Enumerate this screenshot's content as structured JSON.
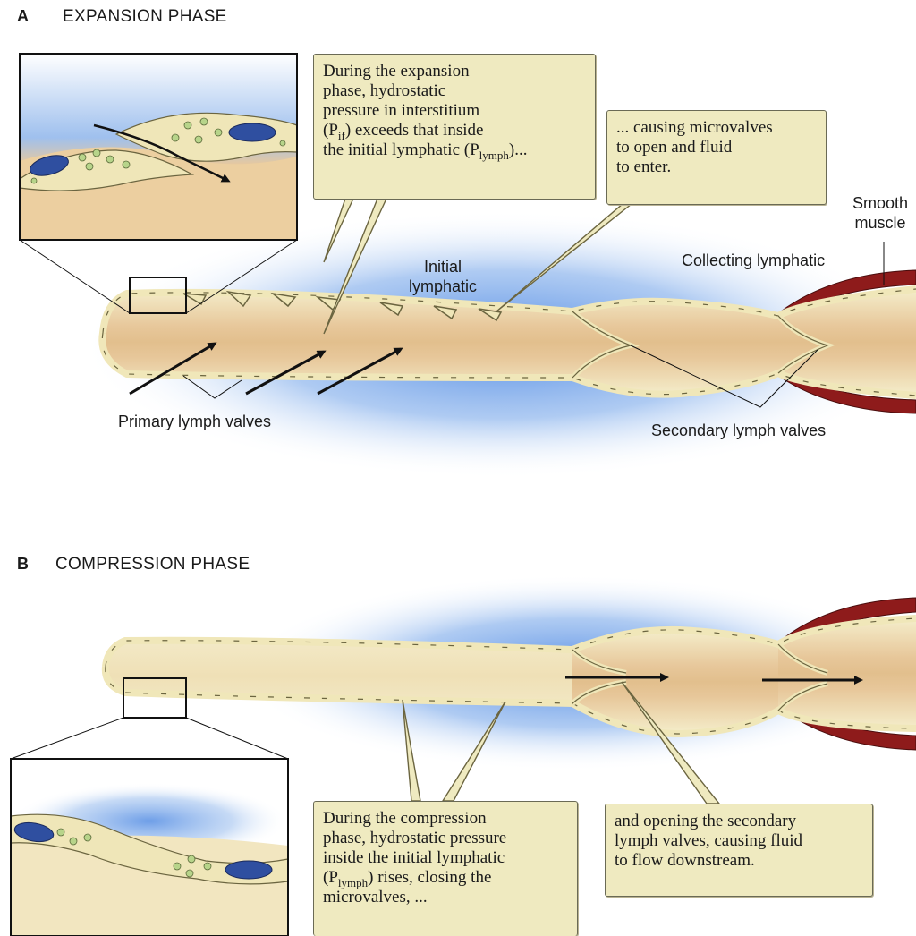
{
  "panel_a": {
    "letter": "A",
    "title": "EXPANSION PHASE",
    "callout_1": {
      "line1": "During the expansion",
      "line2": "phase, hydrostatic",
      "line3": "pressure in interstitium",
      "line4_open": "(P",
      "line4_sub": "if",
      "line4_close": ") exceeds that inside",
      "line5_pre": "the initial lymphatic (P",
      "line5_sub": "lymph",
      "line5_post": ")..."
    },
    "callout_2": {
      "line1": "... causing microvalves",
      "line2": "to open and fluid",
      "line3": "to enter."
    },
    "labels": {
      "smooth_1": "Smooth",
      "smooth_2": "muscle",
      "collecting": "Collecting lymphatic",
      "initial_1": "Initial",
      "initial_2": "lymphatic",
      "primary_valves": "Primary lymph valves",
      "secondary_valves": "Secondary lymph valves"
    }
  },
  "panel_b": {
    "letter": "B",
    "title": "COMPRESSION PHASE",
    "callout_1": {
      "line1": "During the compression",
      "line2": "phase, hydrostatic pressure",
      "line3": "inside the initial lymphatic",
      "line4_open": "(P",
      "line4_sub": "lymph",
      "line4_close": ") rises,  closing the",
      "line5": "microvalves, ..."
    },
    "callout_2": {
      "line1": "and opening the secondary",
      "line2": "lymph valves, causing fluid",
      "line3": "to flow downstream."
    }
  },
  "colors": {
    "interstitium": "#6f9ee0",
    "lumen": "#f2e9c2",
    "lumen_core": "#e2c08e",
    "endothelium": "#efe6b8",
    "smooth_muscle": "#8e1b1b",
    "callout_bg": "#efeac0"
  }
}
